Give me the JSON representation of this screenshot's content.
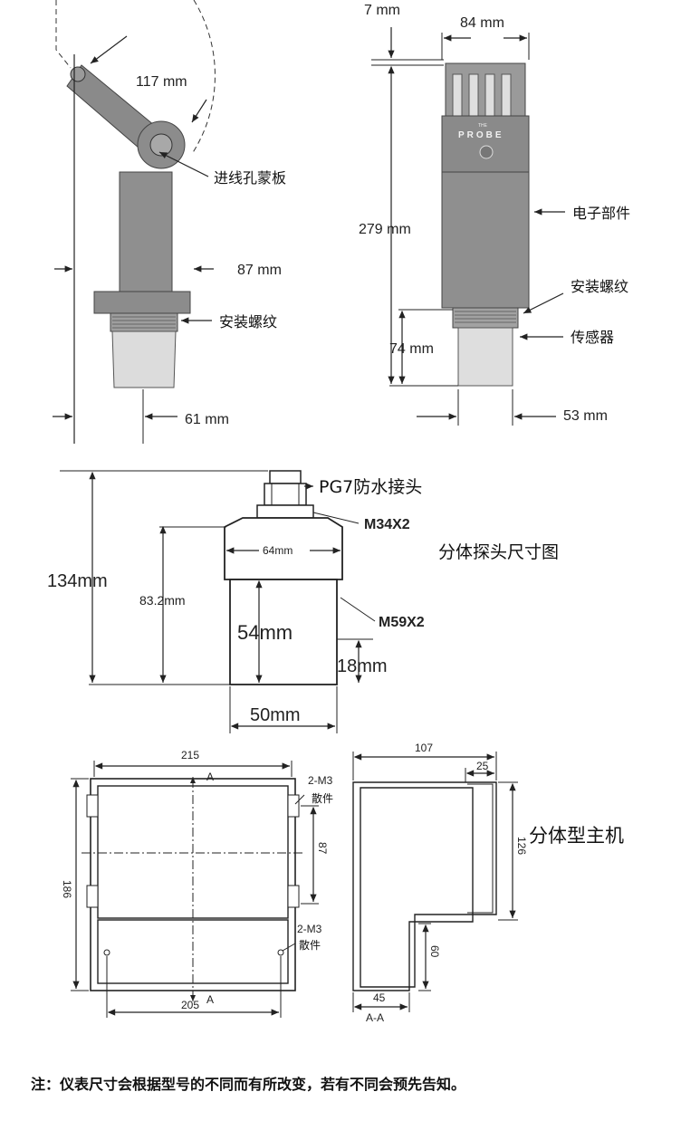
{
  "top_left": {
    "dim_arm": "117 mm",
    "dim_flange": "87 mm",
    "dim_sensor": "61 mm",
    "label_cable_cover": "进线孔蒙板",
    "label_thread": "安装螺纹"
  },
  "top_right": {
    "dim_top": "7 mm",
    "dim_width": "84 mm",
    "dim_height": "279 mm",
    "dim_sensor_h": "74 mm",
    "dim_sensor_w": "53 mm",
    "brand_top": "THE",
    "brand": "PROBE",
    "label_electronics": "电子部件",
    "label_thread": "安装螺纹",
    "label_sensor": "传感器"
  },
  "split_probe": {
    "label_connector": "PG7防水接头",
    "label_thread_top": "M34X2",
    "label_thread_body": "M59X2",
    "title": "分体探头尺寸图",
    "dim_total": "134mm",
    "dim_body": "83.2mm",
    "dim_head_w": "64mm",
    "dim_lower": "54mm",
    "dim_thread": "18mm",
    "dim_width": "50mm"
  },
  "host": {
    "title": "分体型主机",
    "dim_w_top": "215",
    "dim_w_bottom": "205",
    "dim_h": "186",
    "dim_inner": "87",
    "mark_a_top": "A",
    "mark_a_bottom": "A",
    "screw_top": "2-M3",
    "screw_top_sub": "散件",
    "screw_bottom": "2-M3",
    "screw_bottom_sub": "散件",
    "side_depth": "107",
    "side_lip": "25",
    "side_h": "126",
    "side_low": "60",
    "side_base": "45",
    "section": "A-A"
  },
  "note": "注：仪表尺寸会根据型号的不同而有所改变，若有不同会预先告知。"
}
